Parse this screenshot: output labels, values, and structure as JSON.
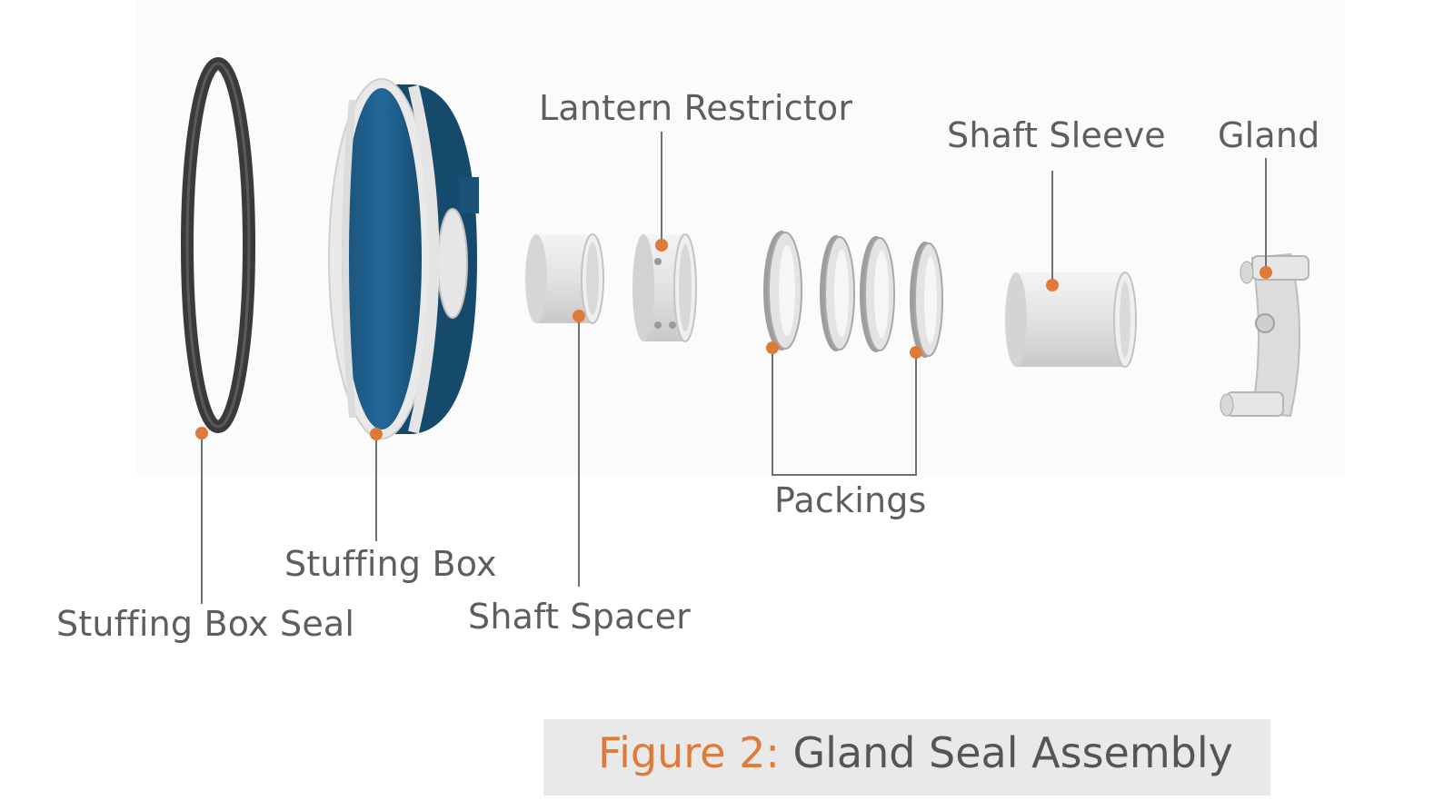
{
  "colors": {
    "accent": "#e07a3a",
    "stuffing_box_blue": "#1f5f86",
    "part_white": "#e6e6e6",
    "seal_dark": "#3a3a3a",
    "leader_line": "#707070"
  },
  "labels": {
    "lantern_restrictor": "Lantern Restrictor",
    "shaft_sleeve": "Shaft Sleeve",
    "gland": "Gland",
    "packings": "Packings",
    "stuffing_box": "Stuffing Box",
    "shaft_spacer": "Shaft Spacer",
    "stuffing_box_seal": "Stuffing Box Seal"
  },
  "caption": {
    "prefix": "Figure 2:",
    "title": "Gland Seal Assembly"
  }
}
